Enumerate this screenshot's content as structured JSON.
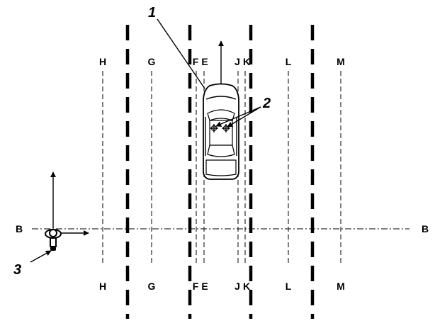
{
  "figure": {
    "line_labels": {
      "H": "H",
      "G": "G",
      "F": "F",
      "E": "E",
      "J": "J",
      "K": "K",
      "L": "L",
      "M": "M",
      "B": "B"
    },
    "callouts": {
      "vehicle": "1",
      "targets": "2",
      "observer": "3"
    }
  }
}
